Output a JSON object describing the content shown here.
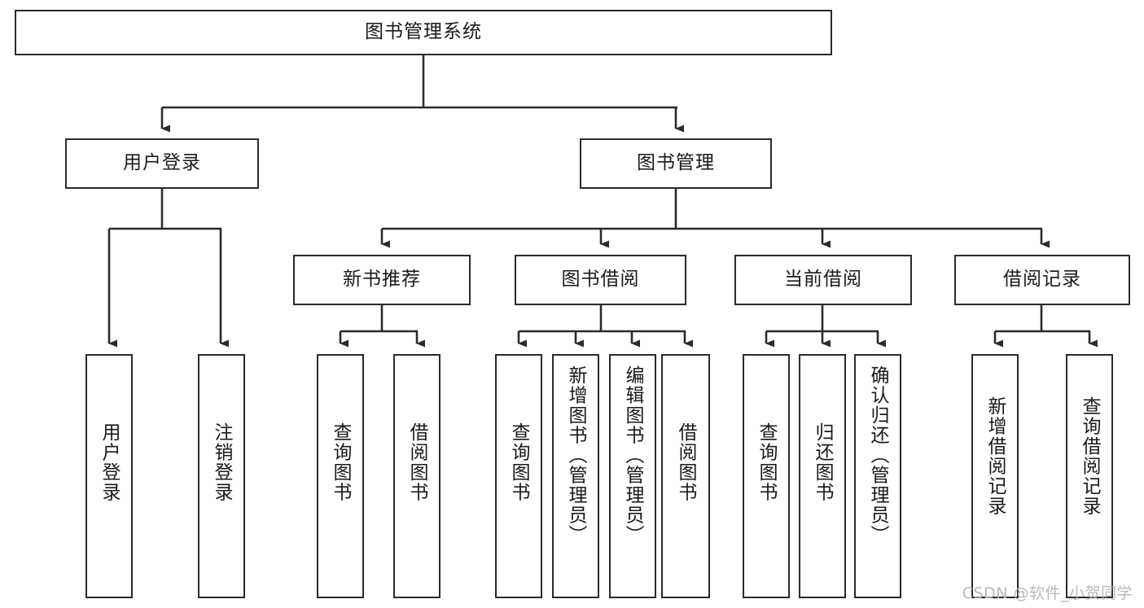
{
  "diagram": {
    "title": "图书管理系统",
    "type": "tree-hierarchy-chart",
    "watermark": "CSDN @软件_小贺同学",
    "stroke_color": "#2b2b2b",
    "fill_color": "#ffffff",
    "text_color": "#1a1a1a",
    "nodes": {
      "root": {
        "label": "图书管理系统"
      },
      "level2": [
        {
          "id": "user-login",
          "label": "用户登录"
        },
        {
          "id": "book-manage",
          "label": "图书管理"
        }
      ],
      "level3": [
        {
          "id": "new-book-recommend",
          "label": "新书推荐"
        },
        {
          "id": "book-borrow",
          "label": "图书借阅"
        },
        {
          "id": "current-borrow",
          "label": "当前借阅"
        },
        {
          "id": "borrow-record",
          "label": "借阅记录"
        }
      ],
      "leaves": {
        "user-login": [
          {
            "id": "leaf-user-login",
            "label": "用户登录"
          },
          {
            "id": "leaf-logout-login",
            "label": "注销登录"
          }
        ],
        "new-book-recommend": [
          {
            "id": "leaf-query-book-1",
            "label": "查询图书"
          },
          {
            "id": "leaf-borrow-book-1",
            "label": "借阅图书"
          }
        ],
        "book-borrow": [
          {
            "id": "leaf-query-book-2",
            "label": "查询图书"
          },
          {
            "id": "leaf-add-book",
            "label": "新增图书（管理员）"
          },
          {
            "id": "leaf-edit-book",
            "label": "编辑图书（管理员）"
          },
          {
            "id": "leaf-borrow-book-2",
            "label": "借阅图书"
          }
        ],
        "current-borrow": [
          {
            "id": "leaf-query-book-3",
            "label": "查询图书"
          },
          {
            "id": "leaf-return-book",
            "label": "归还图书"
          },
          {
            "id": "leaf-confirm-return",
            "label": "确认归还（管理员）"
          }
        ],
        "borrow-record": [
          {
            "id": "leaf-add-record",
            "label": "新增借阅记录"
          },
          {
            "id": "leaf-query-record",
            "label": "查询借阅记录"
          }
        ]
      }
    }
  }
}
